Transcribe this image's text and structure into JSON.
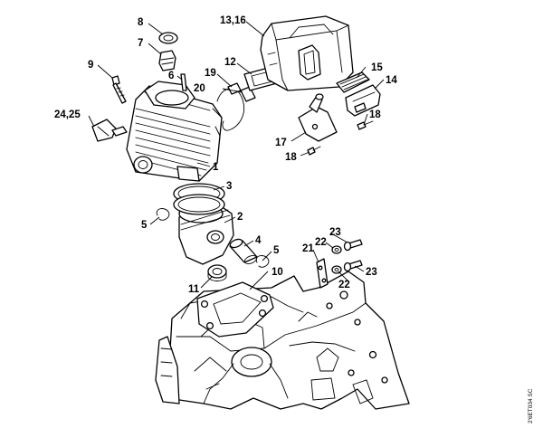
{
  "callouts": {
    "c1": "1",
    "c2": "2",
    "c3": "3",
    "c4": "4",
    "c5a": "5",
    "c5b": "5",
    "c6": "6",
    "c7": "7",
    "c8": "8",
    "c9": "9",
    "c10": "10",
    "c11": "11",
    "c12": "12",
    "c13_16": "13,16",
    "c14": "14",
    "c15": "15",
    "c17": "17",
    "c18a": "18",
    "c18b": "18",
    "c19": "19",
    "c20": "20",
    "c21": "21",
    "c22a": "22",
    "c22b": "22",
    "c23a": "23",
    "c23b": "23",
    "c24_25": "24,25"
  },
  "drawing_reference": "2'6ET034 SC"
}
